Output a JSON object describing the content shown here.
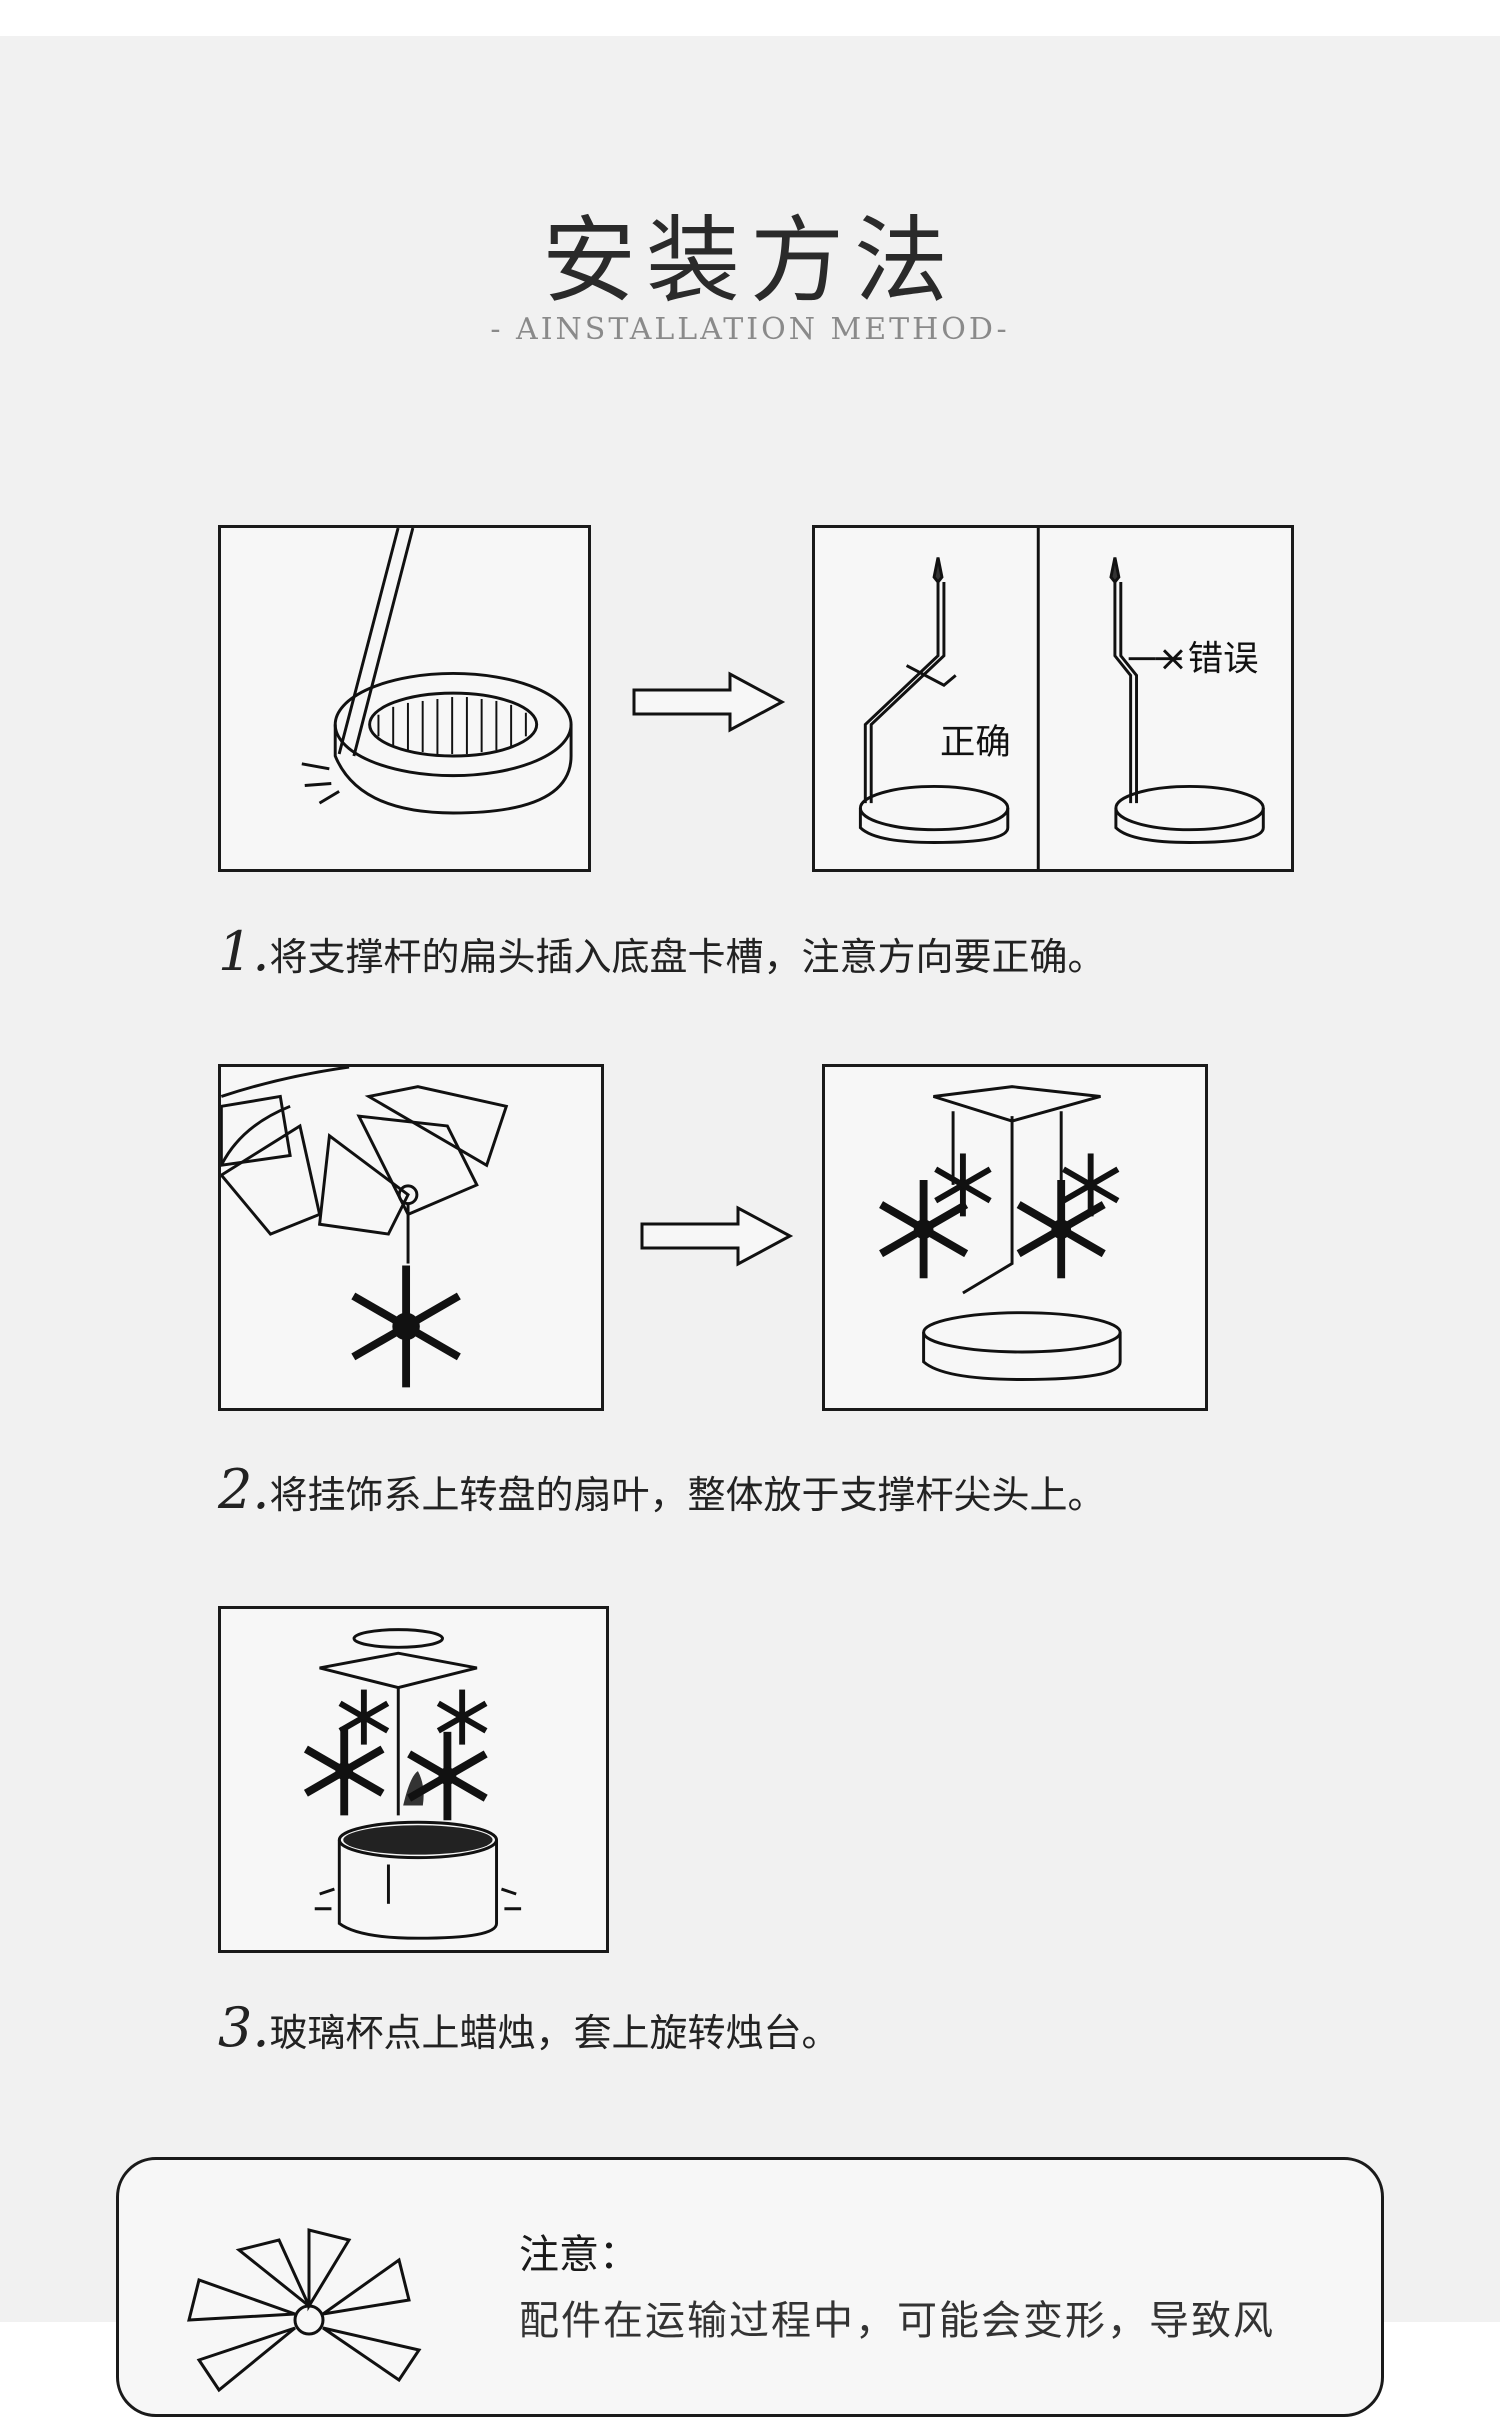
{
  "header": {
    "title": "安装方法",
    "subtitle": "- AINSTALLATION METHOD-"
  },
  "steps": [
    {
      "number": "1.",
      "text": "将支撑杆的扁头插入底盘卡槽，注意方向要正确。"
    },
    {
      "number": "2.",
      "text": "将挂饰系上转盘的扇叶，整体放于支撑杆尖头上。"
    },
    {
      "number": "3.",
      "text": "玻璃杯点上蜡烛，套上旋转烛台。"
    }
  ],
  "diagram_labels": {
    "correct": "正确",
    "wrong": "×错误"
  },
  "notice": {
    "title": "注意：",
    "text": "配件在运输过程中，可能会变形，导致风"
  }
}
